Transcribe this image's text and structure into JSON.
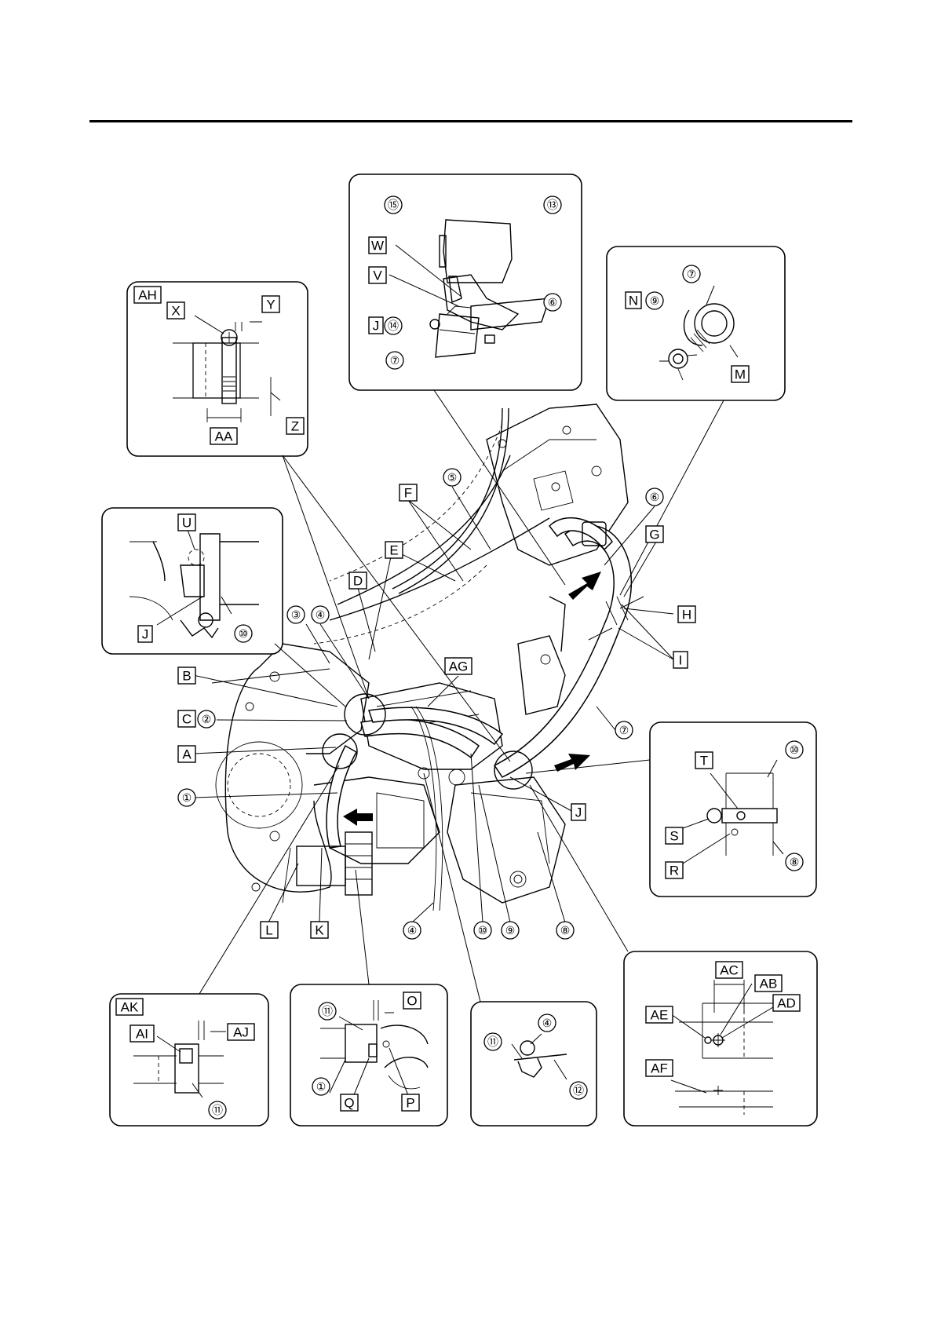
{
  "labels": {
    "AH": "AH",
    "X": "X",
    "Y": "Y",
    "Z": "Z",
    "AA": "AA",
    "W": "W",
    "V": "V",
    "J": "J",
    "N": "N",
    "M": "M",
    "U": "U",
    "F": "F",
    "E": "E",
    "D": "D",
    "G": "G",
    "H": "H",
    "I": "I",
    "B": "B",
    "C": "C",
    "A": "A",
    "AG": "AG",
    "T": "T",
    "S": "S",
    "R": "R",
    "L": "L",
    "K": "K",
    "AK": "AK",
    "AI": "AI",
    "AJ": "AJ",
    "O": "O",
    "Q": "Q",
    "P": "P",
    "AC": "AC",
    "AB": "AB",
    "AD": "AD",
    "AE": "AE",
    "AF": "AF"
  },
  "numbers": {
    "n1": "①",
    "n2": "②",
    "n3": "③",
    "n4": "④",
    "n5": "⑤",
    "n6": "⑥",
    "n7": "⑦",
    "n8": "⑧",
    "n9": "⑨",
    "n10": "⑩",
    "n11": "⑪",
    "n12": "⑫",
    "n13": "⑬",
    "n14": "⑭",
    "n15": "⑮"
  },
  "colors": {
    "ink": "#000000",
    "paper": "#ffffff"
  }
}
